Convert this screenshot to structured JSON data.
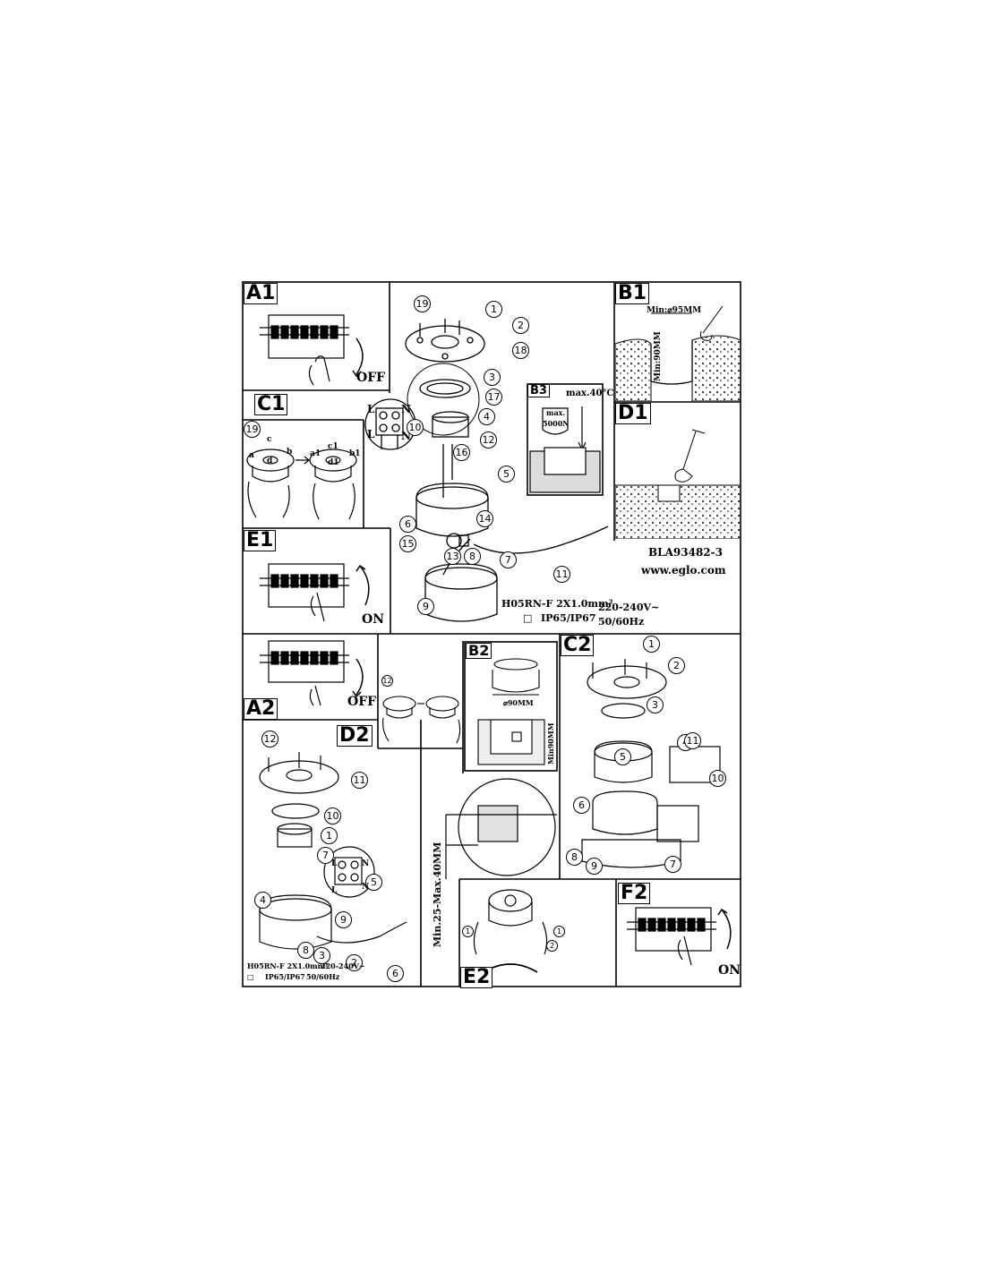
{
  "sections": {
    "A1": "A1",
    "B1": "B1",
    "B3": "B3",
    "C1": "C1",
    "D1": "D1",
    "E1": "E1",
    "A2": "A2",
    "B2": "B2",
    "C2": "C2",
    "D2": "D2",
    "E2": "E2",
    "F2": "F2"
  },
  "switch_states": {
    "off": "OFF",
    "on": "ON"
  },
  "dimensions": {
    "hole_diameter": "Min:⌀95MM",
    "hole_depth": "Min:90MM",
    "b2_diameter": "⌀90MM",
    "b2_depth": "Min90MM",
    "e2_depth": "Min.25-Max.40MM"
  },
  "b3": {
    "max_temp": "max.40°C",
    "max_load_label": "max.",
    "max_load_value": "5000N"
  },
  "model": "BLA93482-3",
  "website": "www.eglo.com",
  "cable": "H05RN-F 2X1.0mm²",
  "voltage": "220-240V~",
  "frequency": "50/60Hz",
  "ip_rating": "IP65/IP67",
  "class_symbol": "□",
  "terminal": {
    "L": "L",
    "N": "N"
  },
  "c1_letters": {
    "a": "a",
    "b": "b",
    "c": "c",
    "d": "d",
    "a1": "a1",
    "b1": "b1",
    "c1": "c1",
    "d1": "d1"
  },
  "steps": {
    "s1": "1",
    "s2": "2",
    "s3": "3",
    "s4": "4",
    "s5": "5",
    "s6": "6",
    "s7": "7",
    "s8": "8",
    "s9": "9",
    "s10": "10",
    "s11": "11",
    "s12": "12",
    "s13": "13",
    "s14": "14",
    "s15": "15",
    "s16": "16",
    "s17": "17",
    "s18": "18",
    "s19": "19"
  }
}
